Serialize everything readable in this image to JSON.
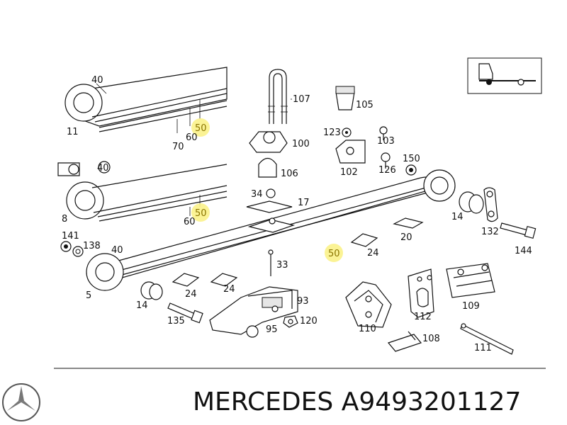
{
  "caption": {
    "brand": "MERCEDES",
    "part_number": "A9493201127"
  },
  "labels": {
    "l40a": "40",
    "l11": "11",
    "l70": "70",
    "l60a": "60",
    "l50a": "50",
    "l107": "107",
    "l105": "105",
    "l100": "100",
    "l123": "123",
    "l103": "103",
    "l102": "102",
    "l126": "126",
    "l150": "150",
    "l106": "106",
    "l40b": "40",
    "l8": "8",
    "l60b": "60",
    "l50b": "50",
    "l34": "34",
    "l17": "17",
    "l14a": "14",
    "l132": "132",
    "l20": "20",
    "l144": "144",
    "l141": "141",
    "l138": "138",
    "l40c": "40",
    "l50c": "50",
    "l24a": "24",
    "l33": "33",
    "l5": "5",
    "l24b": "24",
    "l24c": "24",
    "l14b": "14",
    "l93": "93",
    "l135": "135",
    "l95": "95",
    "l120": "120",
    "l110": "110",
    "l112": "112",
    "l109": "109",
    "l108": "108",
    "l111": "111"
  },
  "icons": {
    "logo": "mercedes-star-logo",
    "vehicle": "truck-chassis-icon"
  },
  "colors": {
    "highlight": "#fbf28a",
    "highlight_text": "#8a7400"
  }
}
